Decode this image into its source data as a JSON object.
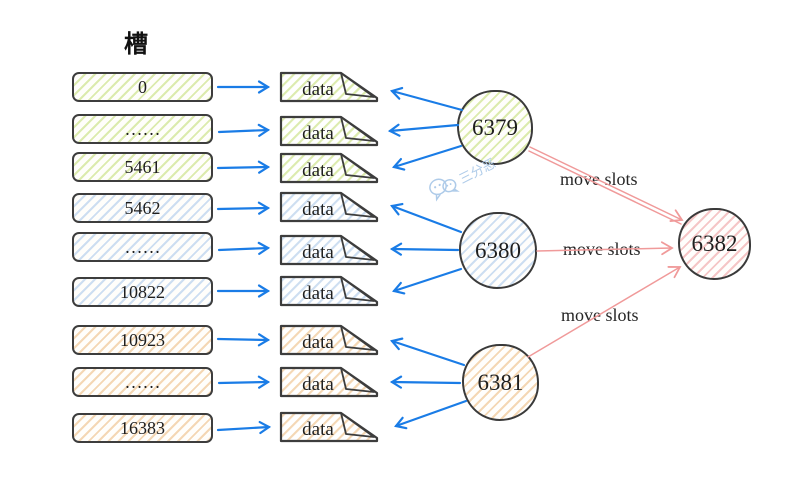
{
  "diagram_title": "槽",
  "watermark": {
    "icon": "wechat-icon",
    "text": "三分恶"
  },
  "slots": [
    {
      "label": "0",
      "group": "green"
    },
    {
      "label": "……",
      "group": "green"
    },
    {
      "label": "5461",
      "group": "green"
    },
    {
      "label": "5462",
      "group": "blue"
    },
    {
      "label": "……",
      "group": "blue"
    },
    {
      "label": "10822",
      "group": "blue"
    },
    {
      "label": "10923",
      "group": "orange"
    },
    {
      "label": "……",
      "group": "orange"
    },
    {
      "label": "16383",
      "group": "orange"
    }
  ],
  "data_docs": [
    {
      "label": "data",
      "group": "green"
    },
    {
      "label": "data",
      "group": "green"
    },
    {
      "label": "data",
      "group": "green"
    },
    {
      "label": "data",
      "group": "blue"
    },
    {
      "label": "data",
      "group": "blue"
    },
    {
      "label": "data",
      "group": "blue"
    },
    {
      "label": "data",
      "group": "orange"
    },
    {
      "label": "data",
      "group": "orange"
    },
    {
      "label": "data",
      "group": "orange"
    }
  ],
  "nodes": [
    {
      "label": "6379",
      "group": "green"
    },
    {
      "label": "6380",
      "group": "blue"
    },
    {
      "label": "6381",
      "group": "orange"
    },
    {
      "label": "6382",
      "group": "pink"
    }
  ],
  "move_slots_labels": [
    "move slots",
    "move slots",
    "move slots"
  ],
  "connections": {
    "node_6379_serves_slots": [
      "0",
      "……",
      "5461"
    ],
    "node_6380_serves_slots": [
      "5462",
      "……",
      "10822"
    ],
    "node_6381_serves_slots": [
      "10923",
      "……",
      "16383"
    ],
    "move_slots": [
      {
        "from": "6379",
        "to": "6382"
      },
      {
        "from": "6380",
        "to": "6382"
      },
      {
        "from": "6381",
        "to": "6382"
      }
    ]
  },
  "colors": {
    "arrow_blue": "#1a7ce6",
    "arrow_pink": "#f09a9a",
    "hatch_green": "#dcebae",
    "hatch_blue": "#cddef1",
    "hatch_orange": "#f4d7b4",
    "hatch_pink": "#f5c6c6",
    "outline": "#3d3d3d",
    "watermark": "#aecbe9"
  }
}
